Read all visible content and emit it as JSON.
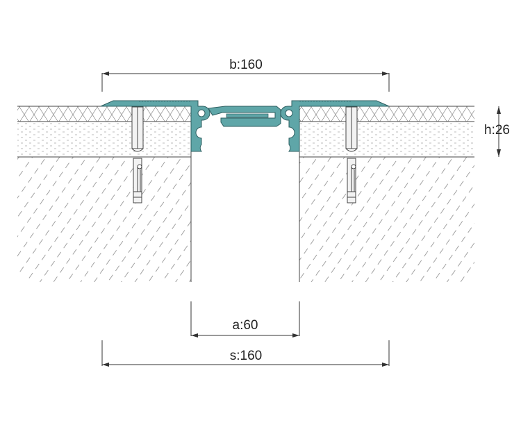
{
  "dimensions": {
    "b": {
      "label": "b:160"
    },
    "h": {
      "label": "h:26"
    },
    "a": {
      "label": "a:60"
    },
    "s": {
      "label": "s:160"
    }
  },
  "colors": {
    "profile_fill": "#5fa6a8",
    "profile_stroke": "#2e5f61",
    "line": "#333333",
    "hatch": "#8a8a8a",
    "anchor_fill": "#f2f2f2"
  }
}
